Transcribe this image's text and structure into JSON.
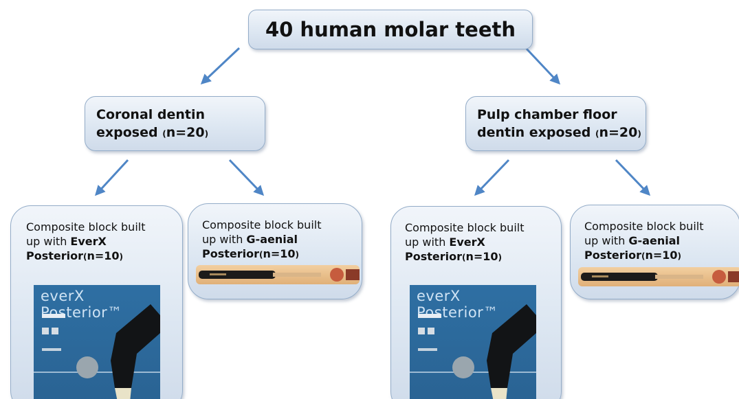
{
  "root": {
    "label": "40 human molar teeth"
  },
  "branches": [
    {
      "line1": "Coronal dentin",
      "line2": "exposed",
      "n": "n=20",
      "groups": [
        {
          "line1": "Composite block built",
          "line2_prefix": "up with",
          "line2_bold": "EverX",
          "line3_bold": "Posterior",
          "n": "n=10",
          "product": "everX Posterior™"
        },
        {
          "line1": "Composite block built",
          "line2_prefix": "up with",
          "line2_bold": "G-aenial",
          "line3_bold": "Posterior",
          "n": "n=10"
        }
      ]
    },
    {
      "line1": "Pulp chamber floor",
      "line2": "dentin exposed",
      "n": "n=20",
      "groups": [
        {
          "line1": "Composite block built",
          "line2_prefix": "up with",
          "line2_bold": "EverX",
          "line3_bold": "Posterior",
          "n": "n=10",
          "product": "everX Posterior™"
        },
        {
          "line1": "Composite block built",
          "line2_prefix": "up with",
          "line2_bold": "G-aenial",
          "line3_bold": "Posterior",
          "n": "n=10"
        }
      ]
    }
  ],
  "colors": {
    "arrow": "#4f86c6",
    "node_border": "#93acc8",
    "package_blue": "#2e6fa3"
  }
}
